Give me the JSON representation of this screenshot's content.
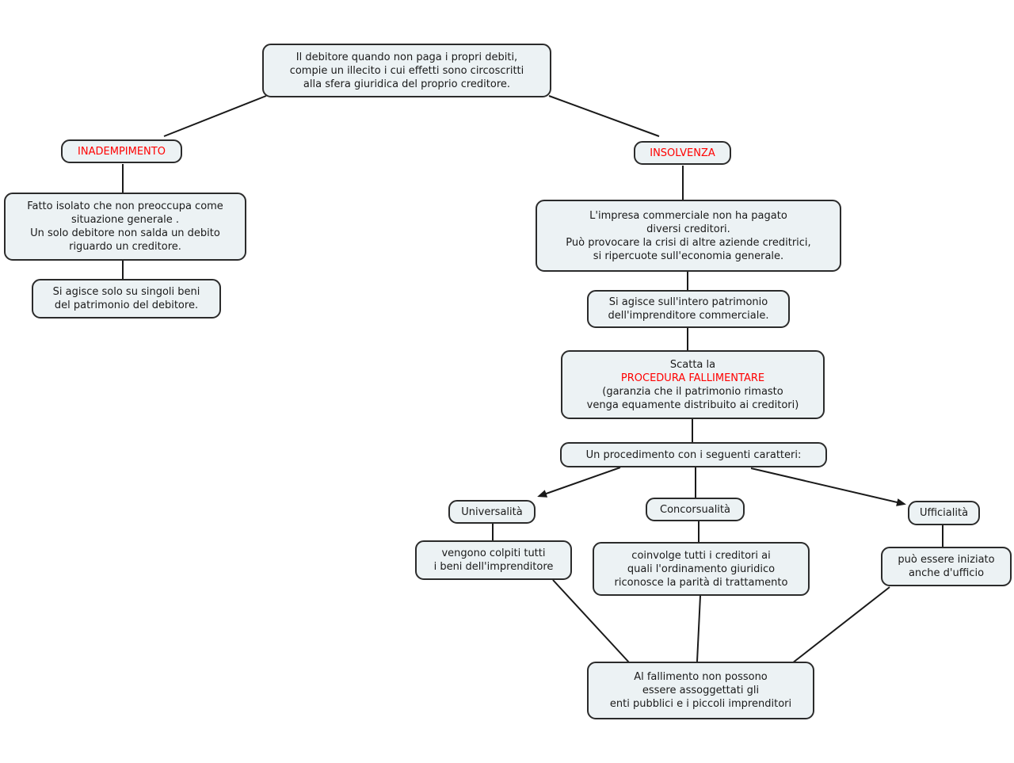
{
  "title": "Concept map: inadempimento e insolvenza",
  "colors": {
    "background": "#ffffff",
    "node_fill": "#ecf2f4",
    "node_border": "#2b2b2b",
    "text": "#1a1a1a",
    "accent_red": "#ff0000"
  },
  "nodes": {
    "debtor_intro": {
      "text": "Il debitore quando non paga i propri debiti,\ncompie un illecito i cui effetti sono circoscritti\nalla sfera giuridica del proprio creditore."
    },
    "inadempimento": {
      "text": "INADEMPIMENTO"
    },
    "insolvenza": {
      "text": "INSOLVENZA"
    },
    "fatto_isolato": {
      "text": "Fatto isolato che non preoccupa come\nsituazione generale .\nUn solo debitore non salda un debito\nriguardo un creditore."
    },
    "singoli_beni": {
      "text": "Si agisce solo su singoli beni\ndel patrimonio del debitore."
    },
    "impresa": {
      "text": "L'impresa commerciale non ha pagato\ndiversi creditori.\nPuò provocare la crisi di altre aziende creditrici,\nsi ripercuote sull'economia generale."
    },
    "intero_patrimonio": {
      "text": "Si agisce sull'intero patrimonio\ndell'imprenditore commerciale."
    },
    "procedura": {
      "line1": "Scatta la",
      "line2": "PROCEDURA FALLIMENTARE",
      "line3": "(garanzia che il patrimonio rimasto\nvenga equamente distribuito ai creditori)"
    },
    "procedimento": {
      "text": "Un procedimento con i seguenti caratteri:"
    },
    "universalita": {
      "text": "Universalità"
    },
    "concorsualita": {
      "text": "Concorsualità"
    },
    "ufficialita": {
      "text": "Ufficialità"
    },
    "vengono_colpiti": {
      "text": "vengono colpiti tutti\ni beni dell'imprenditore"
    },
    "coinvolge": {
      "text": "coinvolge tutti i creditori ai\nquali l'ordinamento giuridico\nriconosce la parità di trattamento"
    },
    "puo_essere": {
      "text": "può essere iniziato\nanche d'ufficio"
    },
    "fallimento": {
      "text": "Al fallimento non possono\nessere assoggettati gli\nenti pubblici e i piccoli imprenditori"
    }
  }
}
